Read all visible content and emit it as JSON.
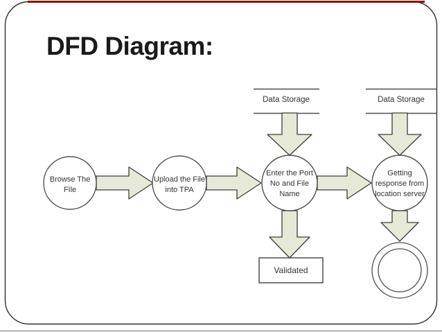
{
  "slide": {
    "title": "DFD Diagram:"
  },
  "diagram": {
    "data_stores": [
      {
        "label": "Data Storage"
      },
      {
        "label": "Data Storage"
      }
    ],
    "processes": [
      {
        "lines": [
          "Browse The",
          "FIle"
        ]
      },
      {
        "lines": [
          "Upload the File",
          "into TPA"
        ]
      },
      {
        "lines": [
          "Enter the Port",
          "No and File",
          "Name"
        ]
      },
      {
        "lines": [
          "Getting",
          "response from",
          "location server"
        ]
      }
    ],
    "outputs": [
      {
        "label": "Validated"
      }
    ]
  },
  "colors": {
    "arrow_fill": "#e7e9d7",
    "arrow_stroke": "#3c3c3c",
    "shape_stroke": "#4d4d4d",
    "top_accent": "#801518",
    "text": "#333333",
    "title_text": "#1a1a1a"
  }
}
